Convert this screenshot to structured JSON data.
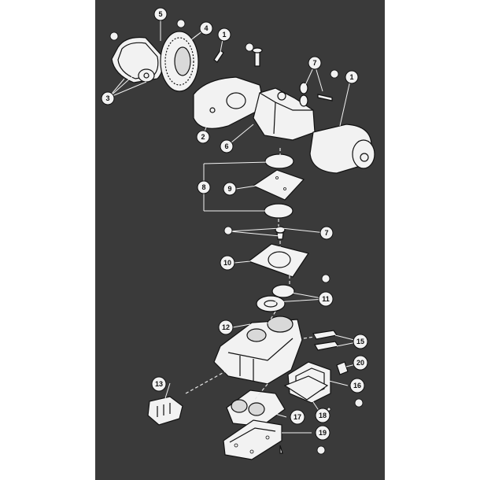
{
  "callouts": [
    {
      "id": "c5a",
      "text": "5"
    },
    {
      "id": "c4",
      "text": "4"
    },
    {
      "id": "c1a",
      "text": "1"
    },
    {
      "id": "c3",
      "text": "3"
    },
    {
      "id": "c7a",
      "text": "7"
    },
    {
      "id": "c1b",
      "text": "1"
    },
    {
      "id": "c2",
      "text": "2"
    },
    {
      "id": "c6",
      "text": "6"
    },
    {
      "id": "c8",
      "text": "8"
    },
    {
      "id": "c9",
      "text": "9"
    },
    {
      "id": "c7b",
      "text": "7"
    },
    {
      "id": "c10",
      "text": "10"
    },
    {
      "id": "c11",
      "text": "11"
    },
    {
      "id": "c12",
      "text": "12"
    },
    {
      "id": "c15",
      "text": "15"
    },
    {
      "id": "c20",
      "text": "20"
    },
    {
      "id": "c13",
      "text": "13"
    },
    {
      "id": "c16",
      "text": "16"
    },
    {
      "id": "c18",
      "text": "18"
    },
    {
      "id": "c17",
      "text": "17"
    },
    {
      "id": "c19",
      "text": "19"
    }
  ],
  "colors": {
    "background": "#3a3a3a",
    "parts": "#f2f2f2",
    "outline": "#111111"
  }
}
